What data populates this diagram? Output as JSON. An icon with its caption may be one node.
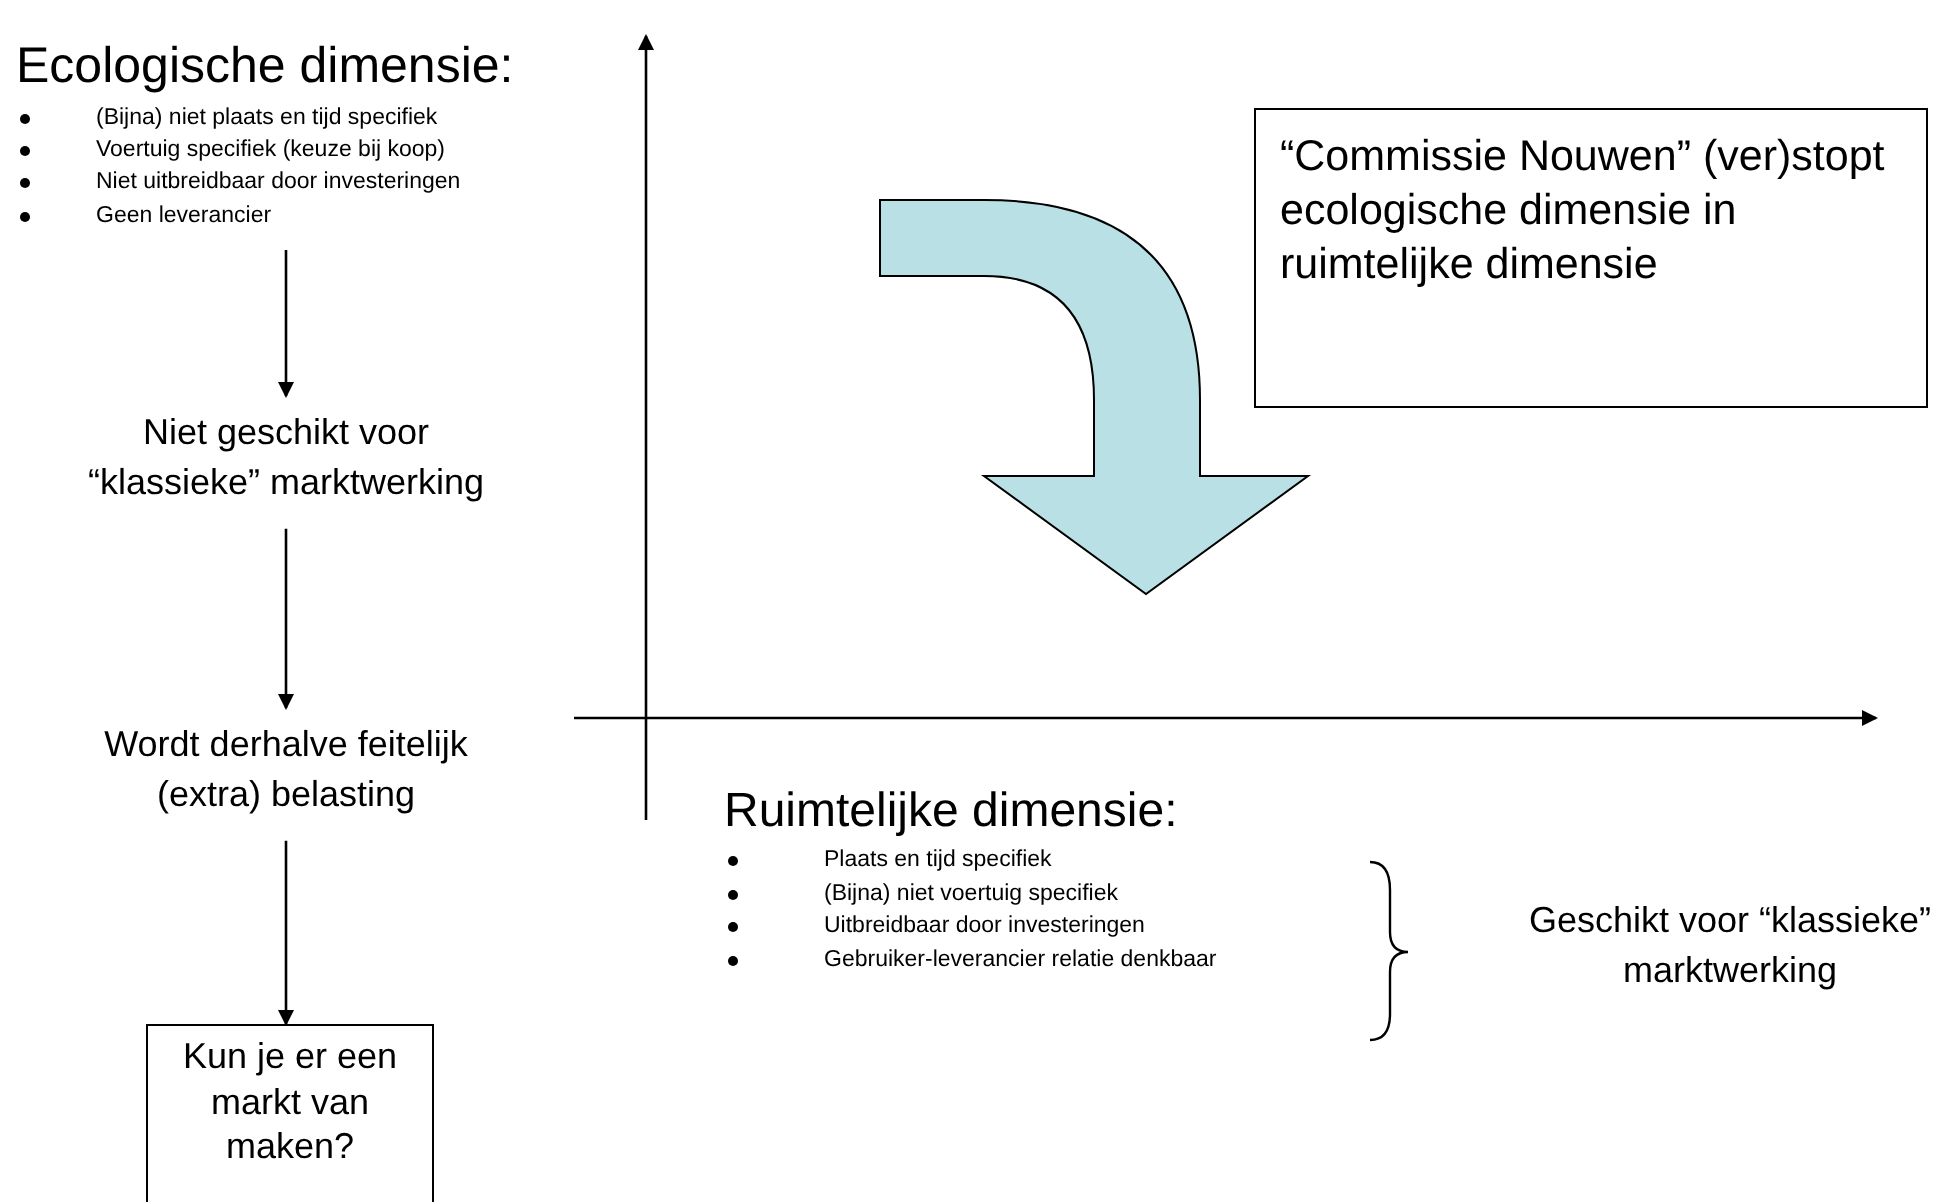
{
  "diagram": {
    "nodes": [
      {
        "text": [
          "Ecologische dimensie:",
          "(Bijna) niet plaats en tijd specifiek",
          "Voertuig specifiek (keuze bij koop)",
          "Niet uitbreidbaar door investeringen",
          "Geen leverancier"
        ]
      },
      {
        "text": [
          "Niet geschikt voor “klassieke” marktwerking"
        ]
      },
      {
        "text": [
          "Wordt derhalve feitelijk (extra) belasting"
        ]
      },
      {
        "text": [
          "Kun je er een markt van maken?"
        ]
      },
      {
        "text": [
          "“Commissie Nouwen” (ver)stopt ecologische dimensie in ruimtelijke dimensie"
        ]
      },
      {
        "text": [
          "Ruimtelijke dimensie:",
          "Plaats en tijd specifiek",
          "(Bijna) niet voertuig specifiek",
          "Uitbreidbaar door investeringen",
          "Gebruiker-leverancier relatie denkbaar"
        ]
      },
      {
        "text": [
          "Geschikt voor “klassieke” marktwerking"
        ]
      }
    ],
    "edges": [
      {
        "from": 0,
        "to": 1,
        "arrow": "to"
      },
      {
        "from": 1,
        "to": 2,
        "arrow": "to"
      },
      {
        "from": 2,
        "to": 3,
        "arrow": "to"
      }
    ]
  }
}
